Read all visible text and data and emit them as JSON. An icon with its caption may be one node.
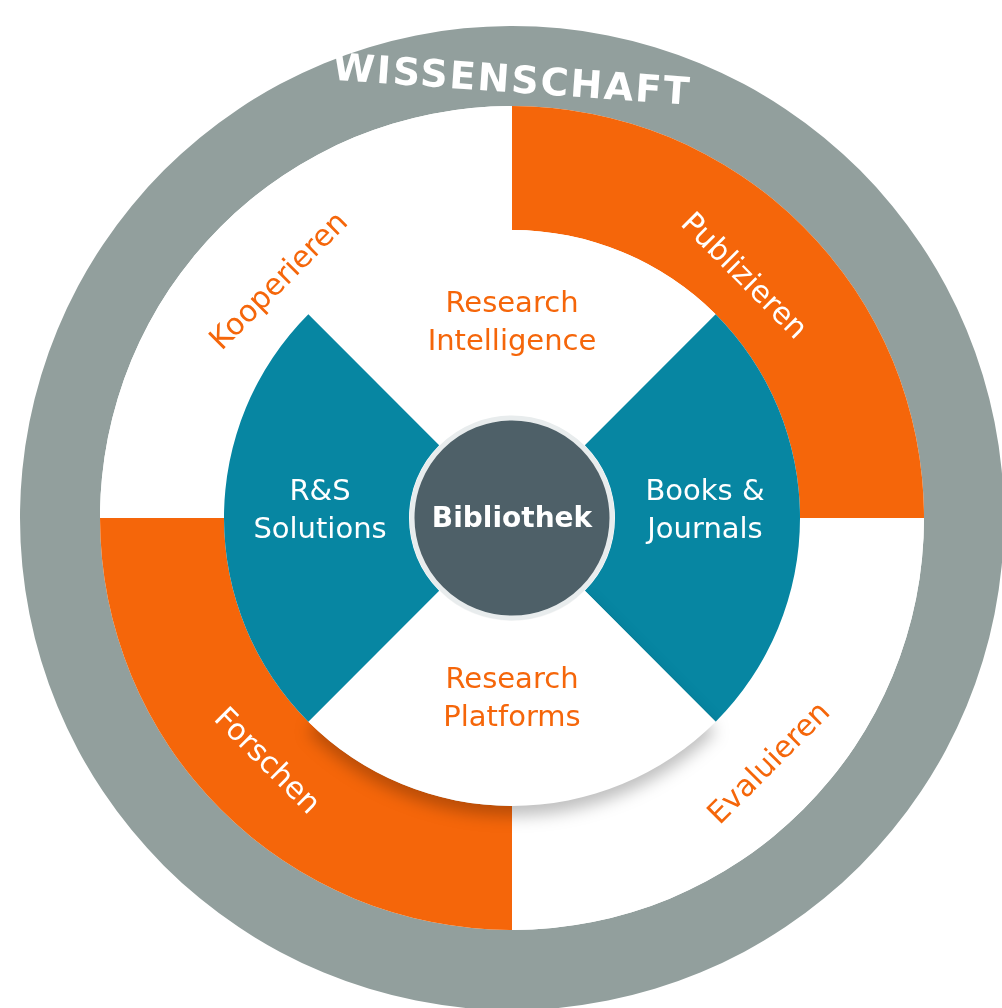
{
  "diagram": {
    "nodes": [
      {
        "text": [
          "WISSENSCHAFT"
        ]
      },
      {
        "text": [
          "Kooperieren"
        ]
      },
      {
        "text": [
          "Publizieren"
        ]
      },
      {
        "text": [
          "Evaluieren"
        ]
      },
      {
        "text": [
          "Forschen"
        ]
      },
      {
        "text": [
          "Research Intelligence"
        ]
      },
      {
        "text": [
          "Books & Journals"
        ]
      },
      {
        "text": [
          "Research Platforms"
        ]
      },
      {
        "text": [
          "R&S Solutions"
        ]
      },
      {
        "text": [
          "Bibliothek"
        ]
      }
    ]
  }
}
